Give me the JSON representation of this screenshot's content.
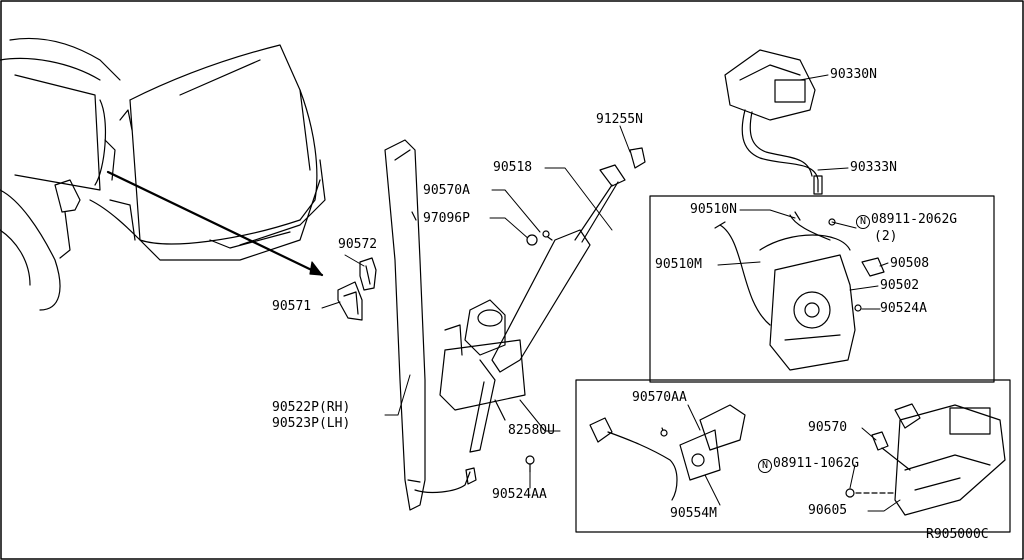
{
  "diagram": {
    "reference_code": "R905000C",
    "parts": {
      "p90330N": "90330N",
      "p90333N": "90333N",
      "p91255N": "91255N",
      "p90518": "90518",
      "p90570A": "90570A",
      "p97096P": "97096P",
      "p90572": "90572",
      "p90571": "90571",
      "p90510N": "90510N",
      "p08911_2062G": "08911-2062G",
      "qty_2": "(2)",
      "p90510M": "90510M",
      "p90508": "90508",
      "p90502": "90502",
      "p90524A": "90524A",
      "p90522P": "90522P(RH)",
      "p90523P": "90523P(LH)",
      "p82580U": "82580U",
      "p90524AA": "90524AA",
      "p90570AA": "90570AA",
      "p90554M": "90554M",
      "p90570": "90570",
      "p08911_1062G": "08911-1062G",
      "p90605": "90605",
      "n_mark": "N"
    }
  }
}
